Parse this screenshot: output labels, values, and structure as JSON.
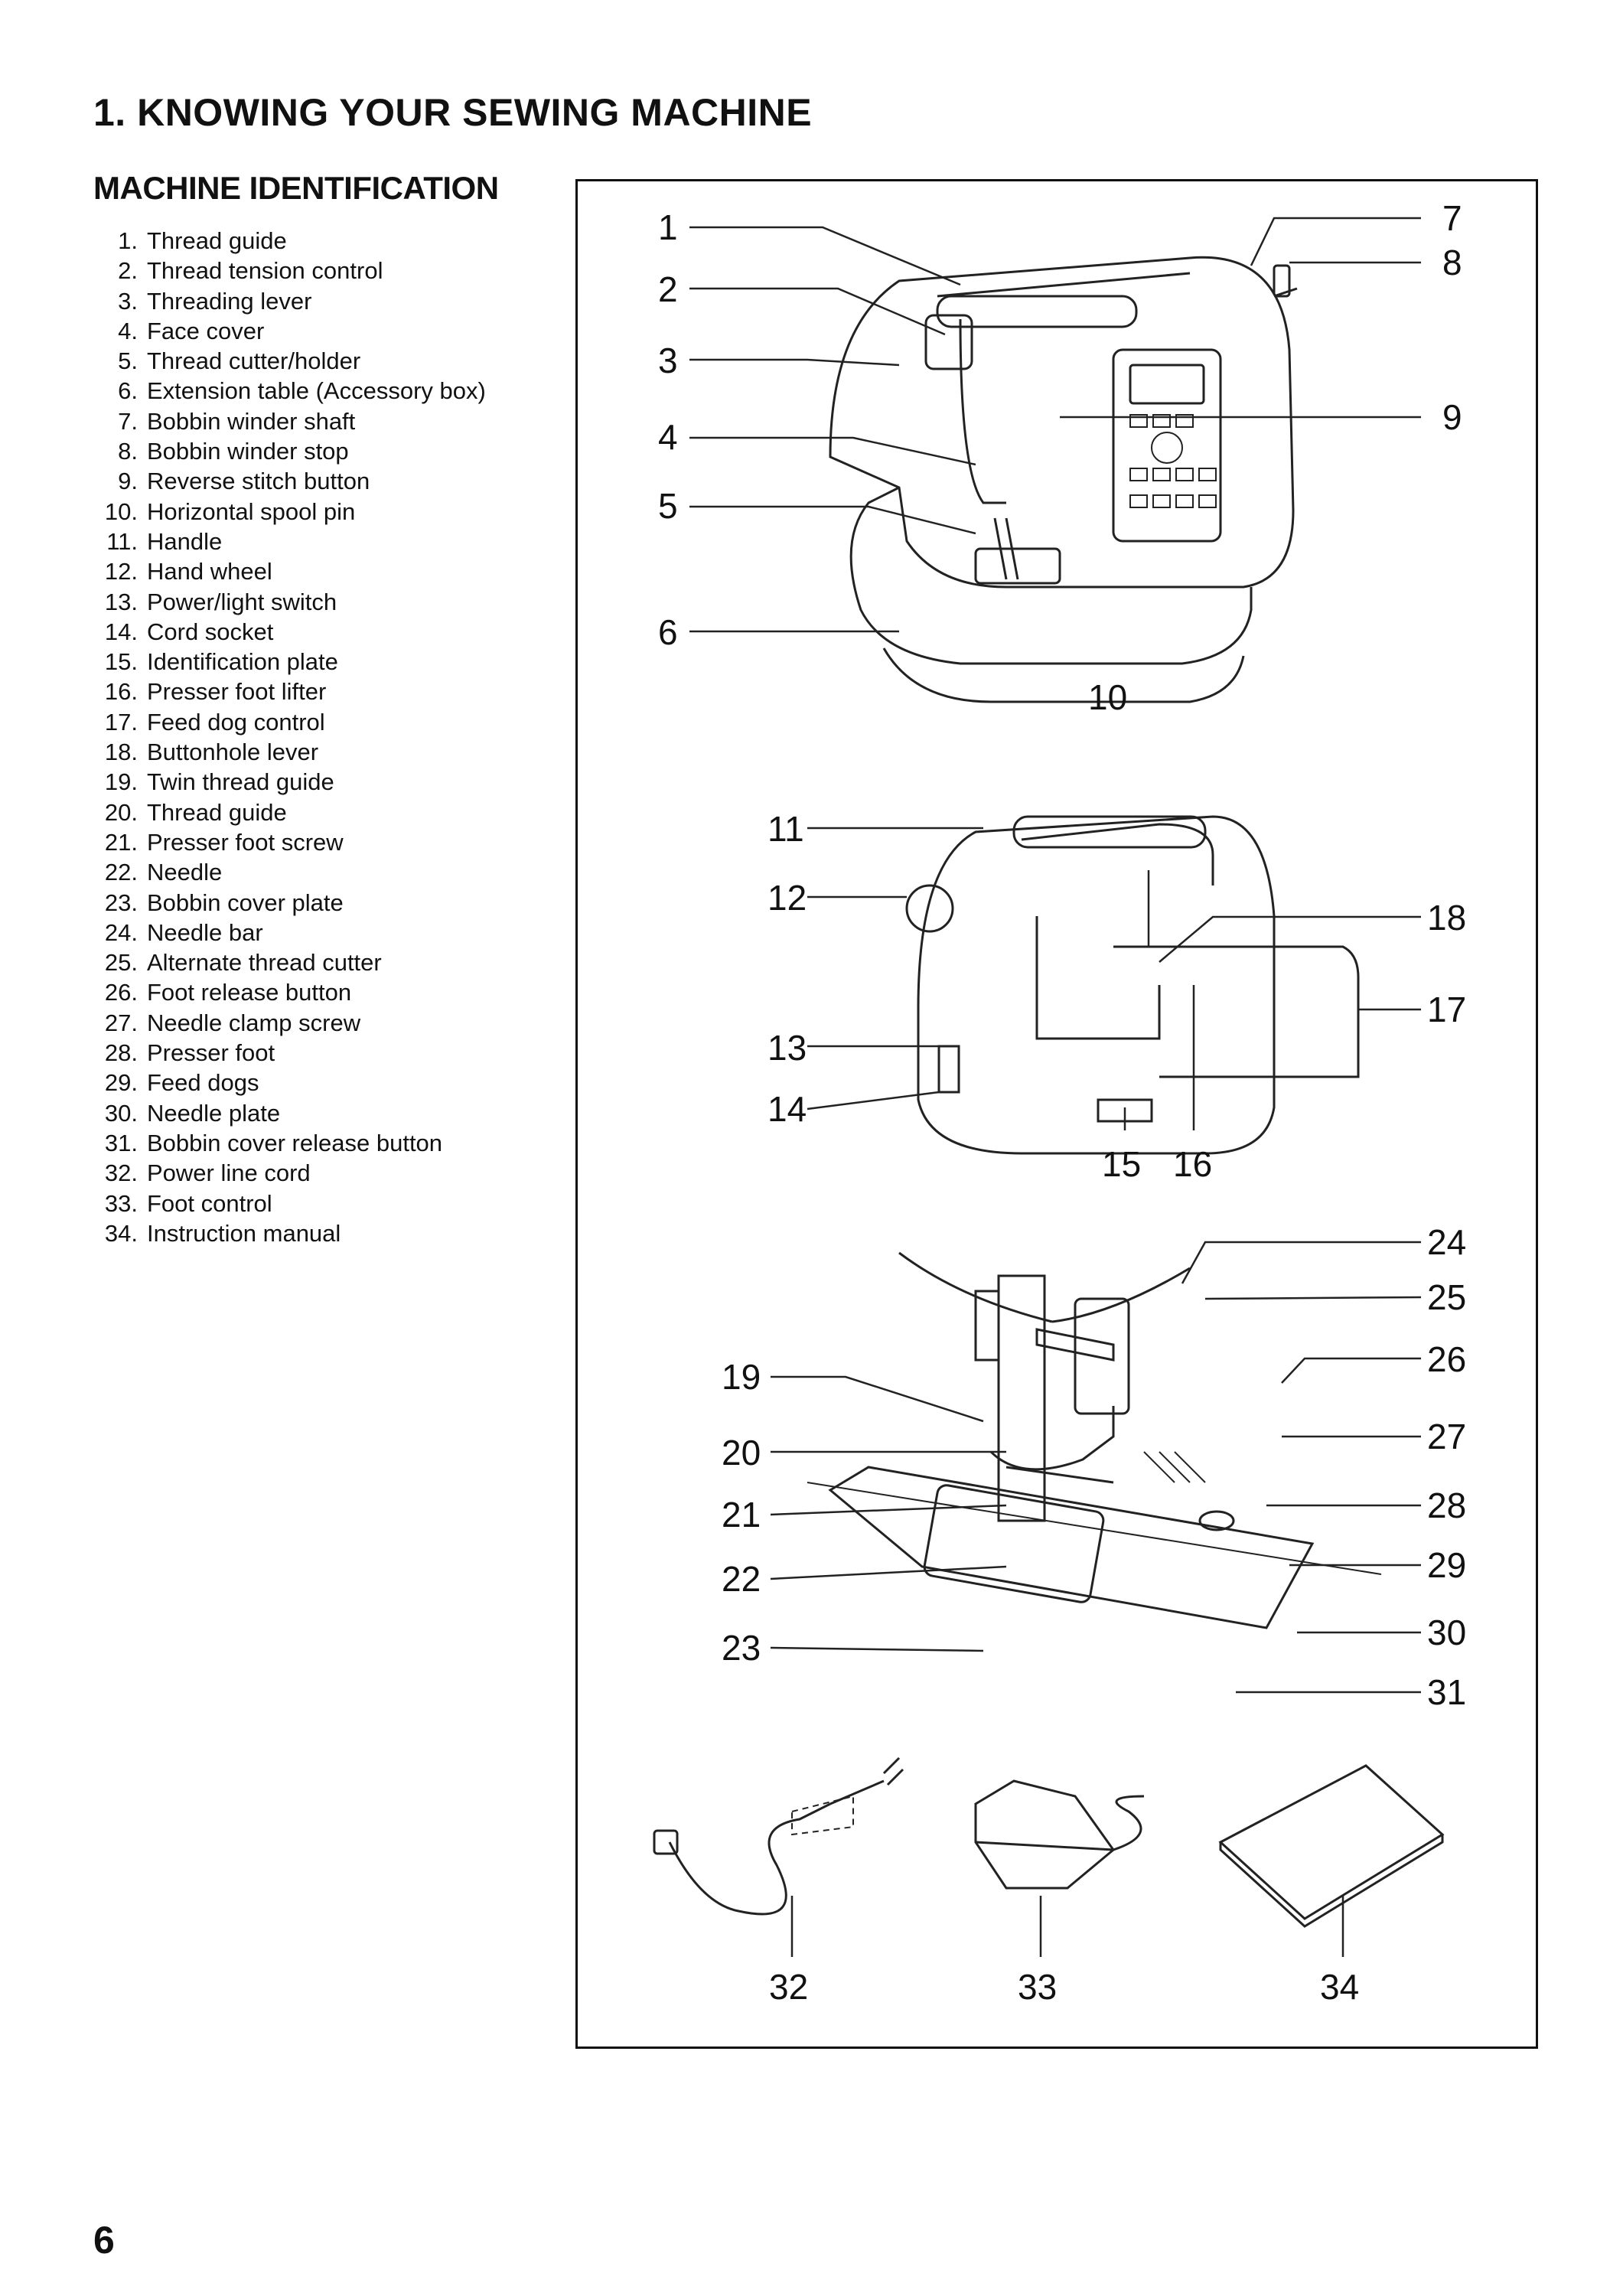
{
  "header": {
    "title": "1. KNOWING YOUR SEWING MACHINE"
  },
  "section": {
    "title": "MACHINE IDENTIFICATION"
  },
  "parts": [
    {
      "num": "1.",
      "name": "Thread guide"
    },
    {
      "num": "2.",
      "name": "Thread tension control"
    },
    {
      "num": "3.",
      "name": "Threading lever"
    },
    {
      "num": "4.",
      "name": "Face cover"
    },
    {
      "num": "5.",
      "name": "Thread cutter/holder"
    },
    {
      "num": "6.",
      "name": "Extension table (Accessory box)"
    },
    {
      "num": "7.",
      "name": "Bobbin winder shaft"
    },
    {
      "num": "8.",
      "name": "Bobbin winder stop"
    },
    {
      "num": "9.",
      "name": "Reverse stitch button"
    },
    {
      "num": "10.",
      "name": "Horizontal spool pin"
    },
    {
      "num": "11.",
      "name": "Handle"
    },
    {
      "num": "12.",
      "name": "Hand wheel"
    },
    {
      "num": "13.",
      "name": "Power/light switch"
    },
    {
      "num": "14.",
      "name": "Cord socket"
    },
    {
      "num": "15.",
      "name": "Identification plate"
    },
    {
      "num": "16.",
      "name": "Presser foot lifter"
    },
    {
      "num": "17.",
      "name": "Feed dog control"
    },
    {
      "num": "18.",
      "name": "Buttonhole lever"
    },
    {
      "num": "19.",
      "name": "Twin thread guide"
    },
    {
      "num": "20.",
      "name": "Thread guide"
    },
    {
      "num": "21.",
      "name": "Presser foot screw"
    },
    {
      "num": "22.",
      "name": "Needle"
    },
    {
      "num": "23.",
      "name": "Bobbin cover plate"
    },
    {
      "num": "24.",
      "name": "Needle bar"
    },
    {
      "num": "25.",
      "name": "Alternate thread cutter"
    },
    {
      "num": "26.",
      "name": "Foot release button"
    },
    {
      "num": "27.",
      "name": "Needle clamp screw"
    },
    {
      "num": "28.",
      "name": "Presser foot"
    },
    {
      "num": "29.",
      "name": "Feed dogs"
    },
    {
      "num": "30.",
      "name": "Needle plate"
    },
    {
      "num": "31.",
      "name": "Bobbin cover release button"
    },
    {
      "num": "32.",
      "name": "Power line cord"
    },
    {
      "num": "33.",
      "name": "Foot control"
    },
    {
      "num": "34.",
      "name": "Instruction manual"
    }
  ],
  "callouts": [
    "1",
    "2",
    "3",
    "4",
    "5",
    "6",
    "7",
    "8",
    "9",
    "10",
    "11",
    "12",
    "13",
    "14",
    "15",
    "16",
    "17",
    "18",
    "19",
    "20",
    "21",
    "22",
    "23",
    "24",
    "25",
    "26",
    "27",
    "28",
    "29",
    "30",
    "31",
    "32",
    "33",
    "34"
  ],
  "footer": {
    "page_number": "6"
  }
}
